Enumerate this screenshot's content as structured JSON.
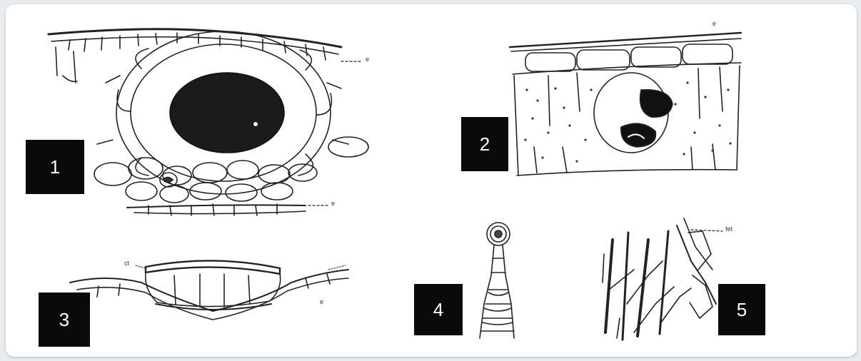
{
  "figures": [
    {
      "number": "1"
    },
    {
      "number": "2"
    },
    {
      "number": "3"
    },
    {
      "number": "4"
    },
    {
      "number": "5"
    }
  ],
  "annotations": {
    "fig1_e_top": "e",
    "fig1_e_bottom": "e",
    "fig2_e": "e",
    "fig3_ct": "ct",
    "fig3_e": "e",
    "fig5_fet": "fet"
  },
  "colors": {
    "badge": "#0a0a0a",
    "ink": "#222222",
    "background": "#ffffff"
  }
}
